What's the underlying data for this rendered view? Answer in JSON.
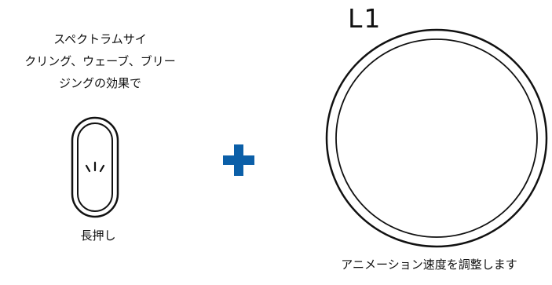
{
  "instruction": {
    "lines": [
      "スペクトラムサイ",
      "クリング、ウェーブ、ブリー",
      "ジングの効果で"
    ]
  },
  "button": {
    "icon": "press-button-icon",
    "label": "長押し"
  },
  "plus": {
    "icon": "plus-icon",
    "color": "#0b5fa8"
  },
  "knob": {
    "label": "L1",
    "icon": "rotary-knob-icon",
    "caption": "アニメーション速度を調整します"
  }
}
